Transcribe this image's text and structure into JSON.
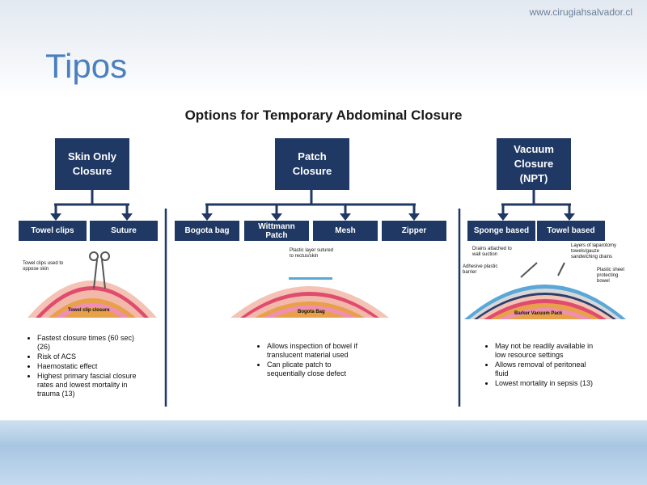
{
  "site_url": "www.cirugiahsalvador.cl",
  "slide_title": "Tipos",
  "diagram_title": "Options for Temporary Abdominal Closure",
  "colors": {
    "node": "#1f3864",
    "title": "#4a7fc0",
    "skin": "#f5c0b5",
    "bowel": "#e8a14a",
    "film": "#5aa7d8"
  },
  "categories": [
    {
      "label": "Skin Only\nClosure",
      "subs": [
        "Towel clips",
        "Suture"
      ]
    },
    {
      "label": "Patch\nClosure",
      "subs": [
        "Bogota bag",
        "Wittmann\nPatch",
        "Mesh",
        "Zipper"
      ]
    },
    {
      "label": "Vacuum\nClosure\n(NPT)",
      "subs": [
        "Sponge based",
        "Towel based"
      ]
    }
  ],
  "illustrations": {
    "skin": {
      "caption": "Towel clip closure",
      "note": "Towel clips used to\noppose skin"
    },
    "patch": {
      "caption": "Bogota Bag",
      "note": "Plastic layer sutured\nto rectus/skin"
    },
    "vacuum": {
      "caption": "Barker Vacuum Pack",
      "notes": [
        "Drains attached to\nwall suction",
        "Layers of laparotomy\ntowels/gauze\nsandwiching drains",
        "Adhesive plastic\nbarrier",
        "Plastic sheet\nprotecting\nbowel"
      ]
    }
  },
  "bullets": {
    "skin": [
      "Fastest closure times (60 sec)\n(26)",
      "Risk of ACS",
      "Haemostatic effect",
      "Highest primary fascial closure\nrates and lowest mortality in\ntrauma (13)"
    ],
    "patch": [
      "Allows inspection of bowel if\ntranslucent material used",
      "Can plicate patch to\nsequentially close defect"
    ],
    "vacuum": [
      "May not be readily available in\nlow resource settings",
      "Allows removal of peritoneal\nfluid",
      "Lowest mortality in sepsis (13)"
    ]
  }
}
